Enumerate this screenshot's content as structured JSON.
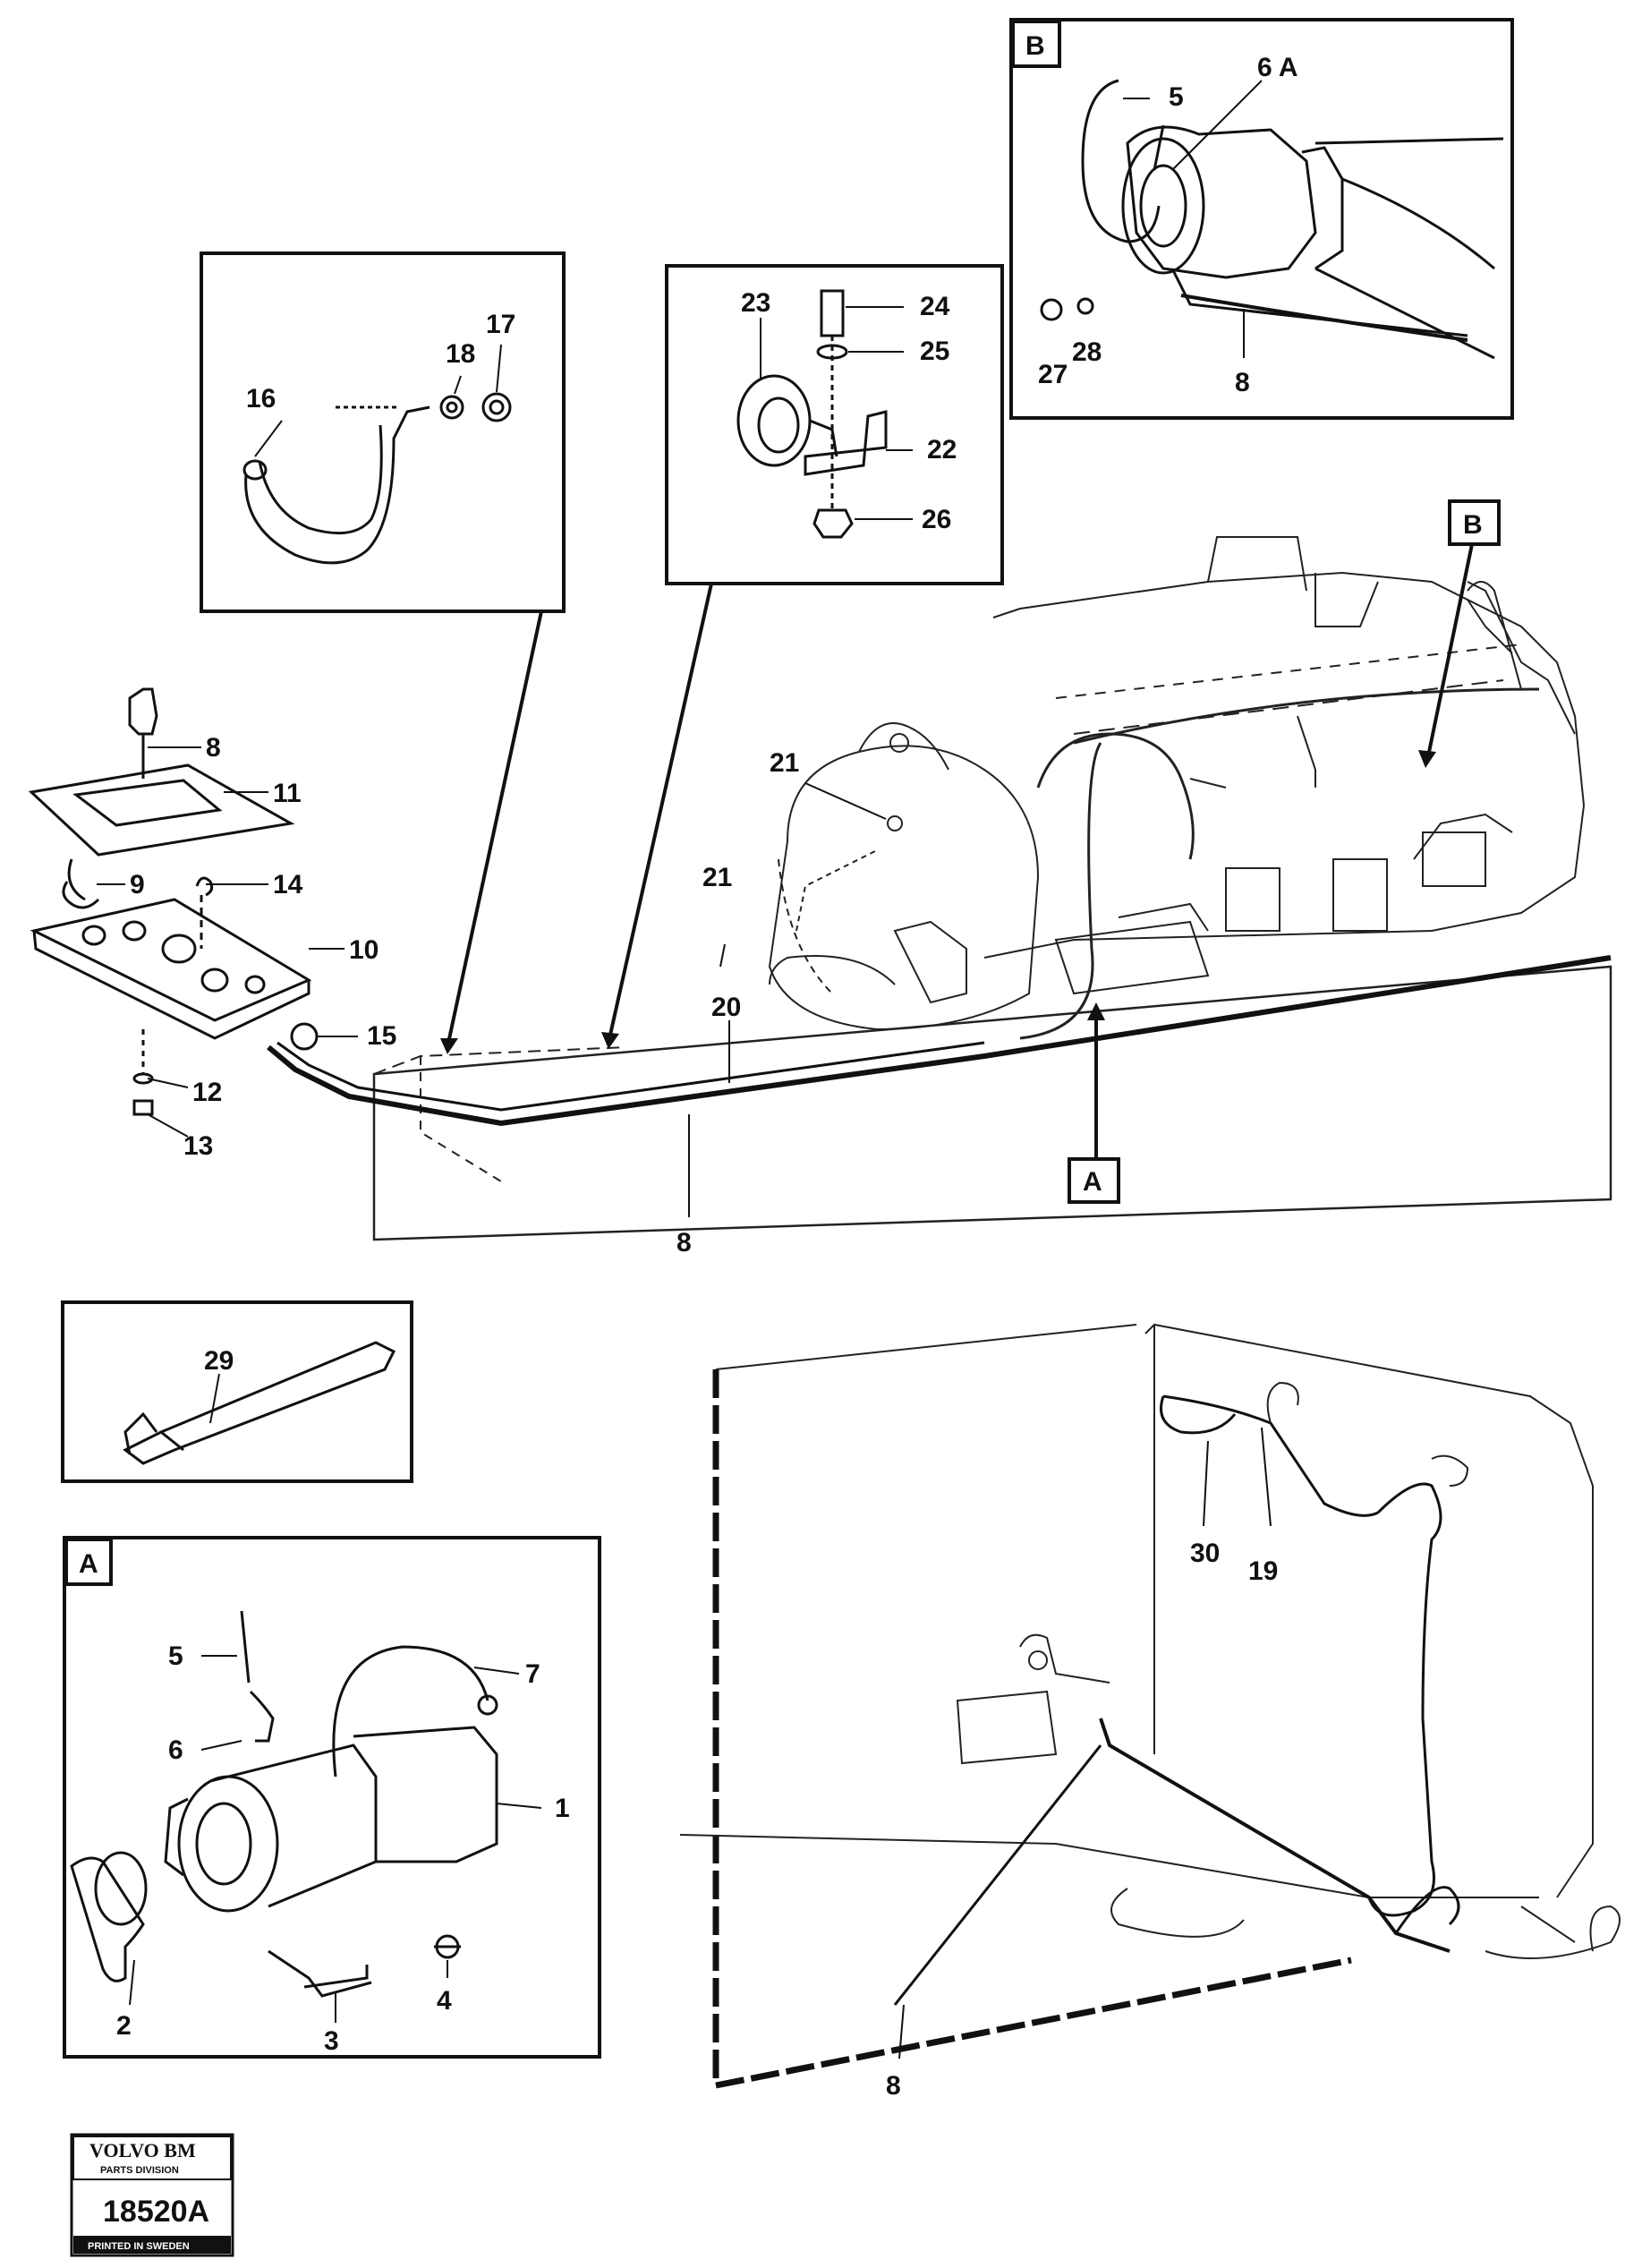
{
  "insets": {
    "a": {
      "tag": "A"
    },
    "b": {
      "tag": "B"
    }
  },
  "view_markers": {
    "a": "A",
    "b": "B"
  },
  "callouts": {
    "c1": "1",
    "c2": "2",
    "c3": "3",
    "c4": "4",
    "c5a": "5",
    "c6": "6",
    "c7": "7",
    "c5b": "5",
    "c6b": "6 A",
    "c8a": "8",
    "c8b": "8",
    "c8c": "8",
    "c8d": "8",
    "c9": "9",
    "c10": "10",
    "c11": "11",
    "c12": "12",
    "c13": "13",
    "c14": "14",
    "c15": "15",
    "c16": "16",
    "c17": "17",
    "c18": "18",
    "c19": "19",
    "c20": "20",
    "c21a": "21",
    "c21b": "21",
    "c22": "22",
    "c23": "23",
    "c24": "24",
    "c25": "25",
    "c26": "26",
    "c27": "27",
    "c28": "28",
    "c29": "29",
    "c30": "30"
  },
  "stamp": {
    "brand": "VOLVO BM",
    "division": "PARTS DIVISION",
    "number": "18520A",
    "printed": "PRINTED IN SWEDEN"
  }
}
